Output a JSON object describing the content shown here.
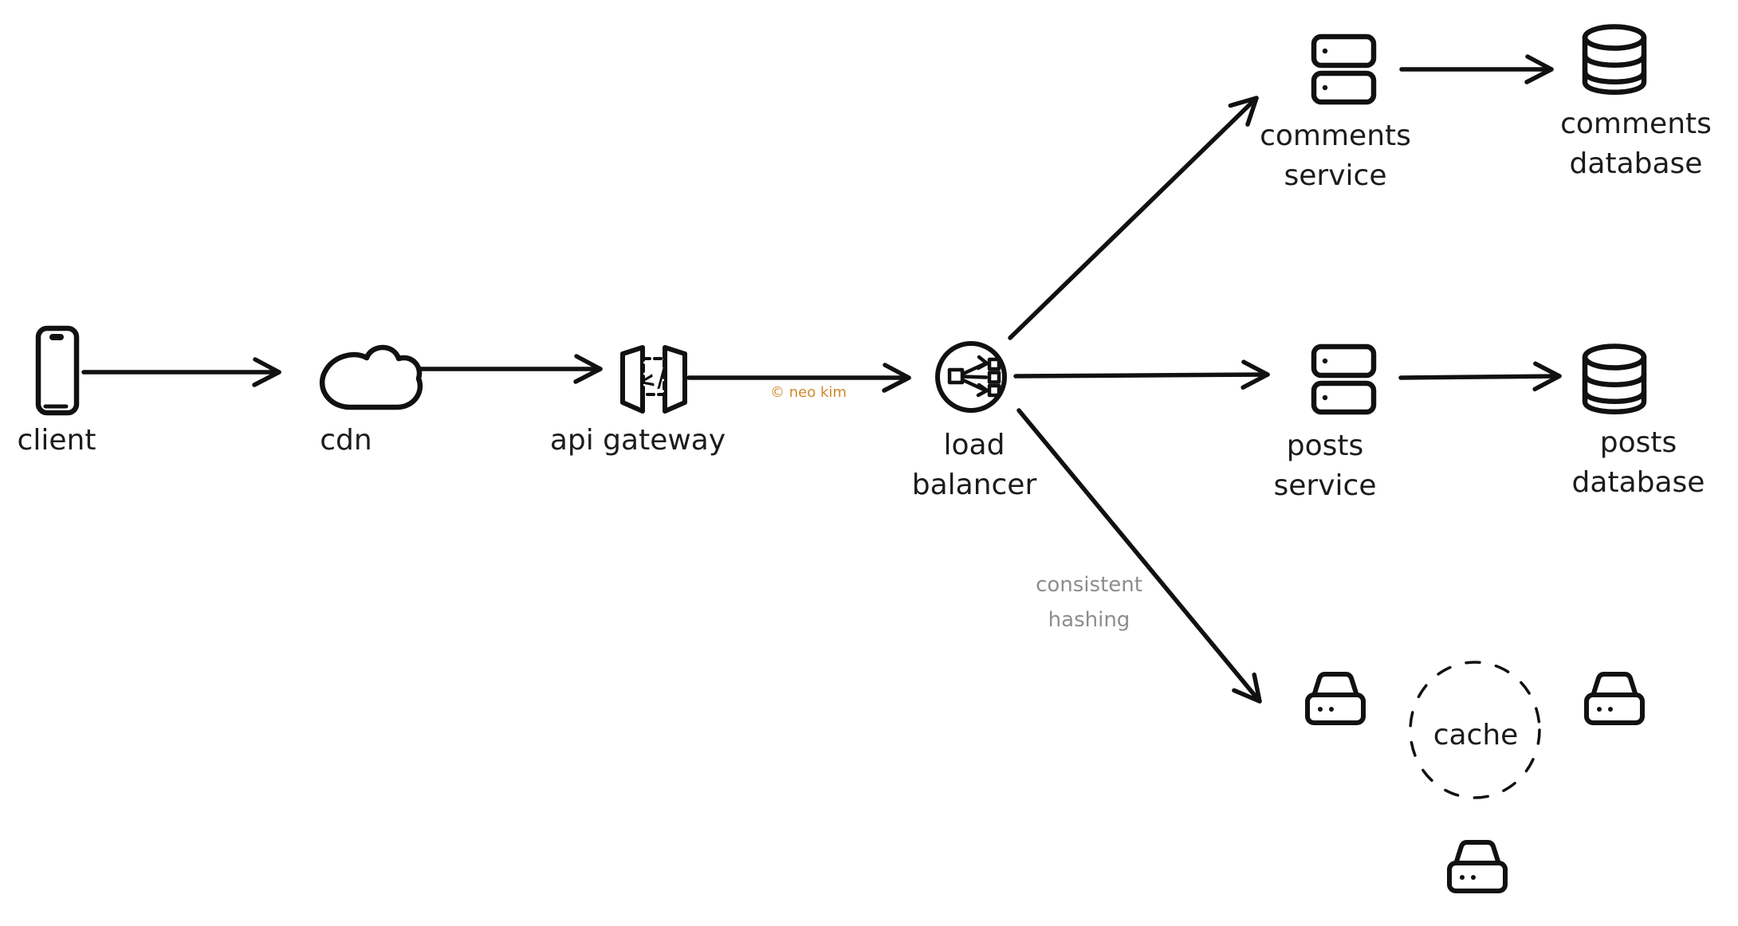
{
  "diagram": {
    "background": "#ffffff",
    "stroke_color": "#111111",
    "nodes": {
      "client": {
        "label": "client",
        "icon": "phone-icon"
      },
      "cdn": {
        "label": "cdn",
        "icon": "cloud-icon"
      },
      "api_gateway": {
        "label": "api gateway",
        "icon": "api-gateway-icon",
        "icon_glyph": "</"
      },
      "load_balancer": {
        "lines": [
          "load",
          "balancer"
        ],
        "icon": "load-balancer-icon"
      },
      "comments_service": {
        "lines": [
          "comments",
          "service"
        ],
        "icon": "server-stack-icon"
      },
      "comments_database": {
        "lines": [
          "comments",
          "database"
        ],
        "icon": "database-cylinder-icon"
      },
      "posts_service": {
        "lines": [
          "posts",
          "service"
        ],
        "icon": "server-stack-icon"
      },
      "posts_database": {
        "lines": [
          "posts",
          "database"
        ],
        "icon": "database-cylinder-icon"
      },
      "cache_ring": {
        "label": "cache",
        "icon": "dashed-circle-icon"
      },
      "cache_nodes": {
        "count": 3,
        "icon": "cache-node-icon"
      }
    },
    "edges": [
      {
        "from": "client",
        "to": "cdn"
      },
      {
        "from": "cdn",
        "to": "api_gateway"
      },
      {
        "from": "api_gateway",
        "to": "load_balancer"
      },
      {
        "from": "load_balancer",
        "to": "comments_service"
      },
      {
        "from": "load_balancer",
        "to": "posts_service"
      },
      {
        "from": "load_balancer",
        "to": "cache_cluster",
        "label": "consistent hashing"
      },
      {
        "from": "comments_service",
        "to": "comments_database"
      },
      {
        "from": "posts_service",
        "to": "posts_database"
      }
    ],
    "annotations": {
      "consistent_hashing": {
        "lines": [
          "consistent",
          "hashing"
        ],
        "color": "#8d8d8d"
      },
      "watermark": {
        "text": "© neo kim",
        "color": "#d0882e"
      }
    }
  }
}
